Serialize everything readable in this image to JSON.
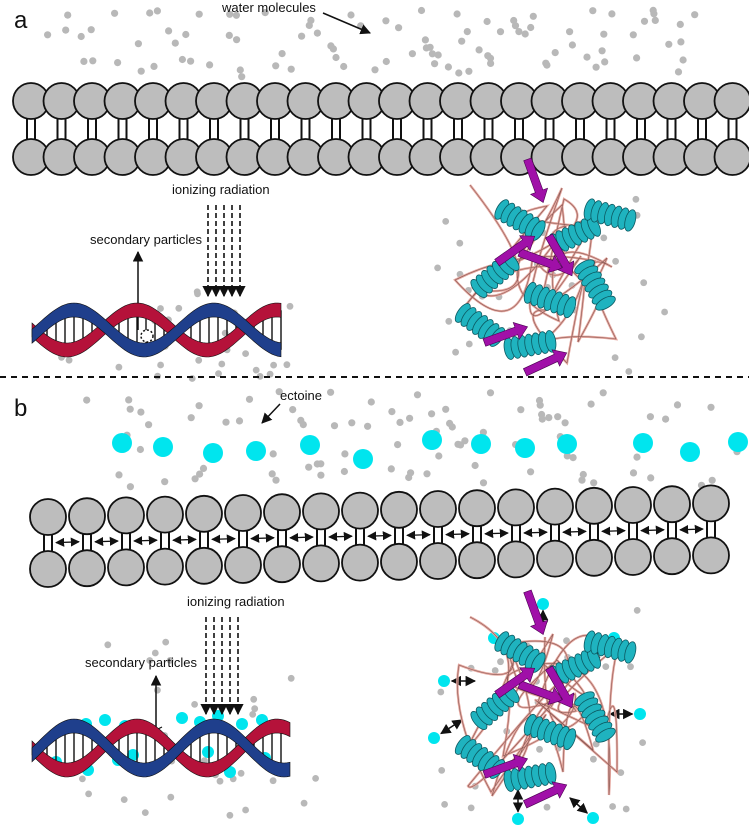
{
  "panels": [
    {
      "label": "a",
      "annotations": {
        "water": "water molecules",
        "radiation": "ionizing radiation",
        "secondary": "secondary particles"
      }
    },
    {
      "label": "b",
      "annotations": {
        "ectoine": "ectoine",
        "radiation": "ionizing radiation",
        "secondary": "secondary particles"
      }
    }
  ],
  "colors": {
    "lipid_head": "#bdbdbd",
    "water": "#b8b8b8",
    "ectoine": "#00e5ee",
    "dna_red": "#b5123a",
    "dna_blue": "#1f3f8c",
    "protein_helix": "#1fb3bf",
    "protein_sheet": "#a010a8",
    "protein_loop": "#e6a8a0"
  }
}
